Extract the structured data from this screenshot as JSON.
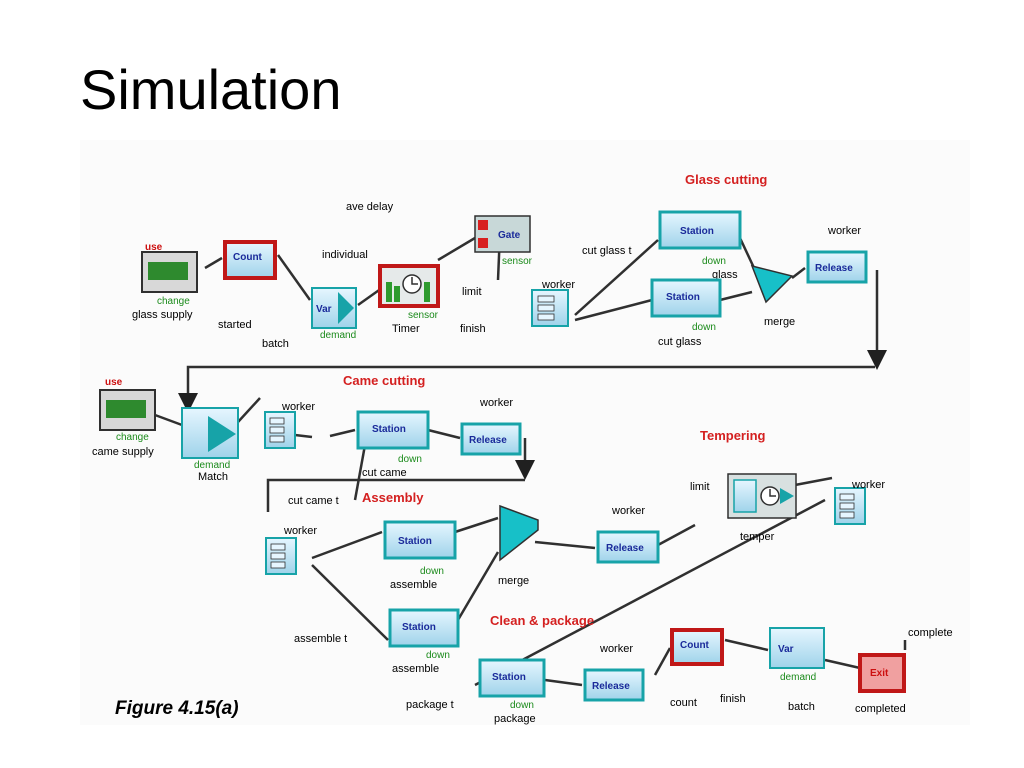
{
  "slide": {
    "title": "Simulation",
    "caption": "Figure 4.15(a)"
  },
  "sections": {
    "glass_cutting": "Glass cutting",
    "came_cutting": "Came cutting",
    "assembly": "Assembly",
    "tempering": "Tempering",
    "clean_package": "Clean & package"
  },
  "labels": {
    "ave_delay": "ave delay",
    "individual": "individual",
    "glass_supply": "glass supply",
    "change": "change",
    "use": "use",
    "started": "started",
    "batch": "batch",
    "demand": "demand",
    "timer": "Timer",
    "sensor": "sensor",
    "finish": "finish",
    "limit": "limit",
    "worker": "worker",
    "cut_glass_t": "cut glass t",
    "glass": "glass",
    "down": "down",
    "cut_glass": "cut glass",
    "merge": "merge",
    "came_supply": "came supply",
    "match": "Match",
    "cut_came": "cut came",
    "cut_came_t": "cut came t",
    "assemble": "assemble",
    "assemble_t": "assemble t",
    "temper": "temper",
    "package_t": "package t",
    "package": "package",
    "count_lc": "count",
    "completed": "completed",
    "complete": "complete"
  },
  "blocks": {
    "count": "Count",
    "var": "Var",
    "gate": "Gate",
    "station": "Station",
    "release": "Release",
    "exit": "Exit"
  },
  "colors": {
    "section_title": "#d42020",
    "block_fill": "#bfe0f0",
    "block_border": "#17a3a8",
    "count_border": "#c01818",
    "connector": "#303030",
    "accent_green": "#1a8a1a",
    "accent_red": "#cc1010"
  }
}
